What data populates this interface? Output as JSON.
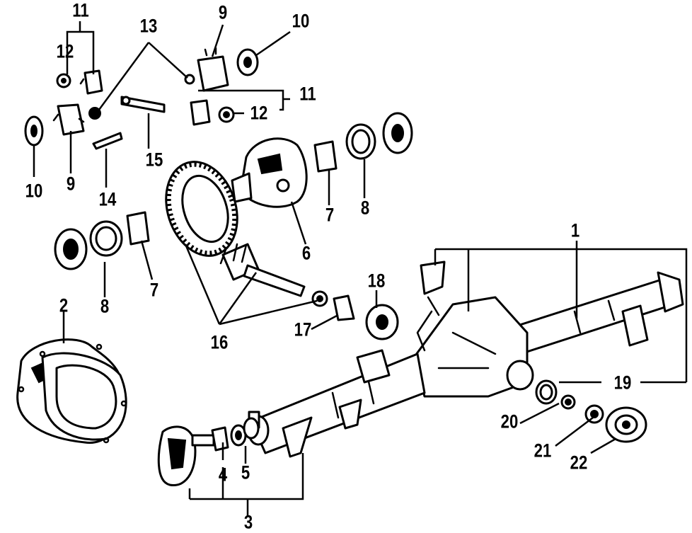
{
  "diagram": {
    "colors": {
      "ink": "#000000",
      "paper": "#ffffff"
    },
    "callouts": [
      {
        "id": "c1",
        "text": "1"
      },
      {
        "id": "c2",
        "text": "2"
      },
      {
        "id": "c3",
        "text": "3"
      },
      {
        "id": "c4",
        "text": "4"
      },
      {
        "id": "c5",
        "text": "5"
      },
      {
        "id": "c6",
        "text": "6"
      },
      {
        "id": "c7a",
        "text": "7"
      },
      {
        "id": "c7b",
        "text": "7"
      },
      {
        "id": "c8a",
        "text": "8"
      },
      {
        "id": "c8b",
        "text": "8"
      },
      {
        "id": "c9a",
        "text": "9"
      },
      {
        "id": "c9b",
        "text": "9"
      },
      {
        "id": "c10a",
        "text": "10"
      },
      {
        "id": "c10b",
        "text": "10"
      },
      {
        "id": "c11a",
        "text": "11"
      },
      {
        "id": "c11b",
        "text": "11"
      },
      {
        "id": "c12a",
        "text": "12"
      },
      {
        "id": "c12b",
        "text": "12"
      },
      {
        "id": "c13",
        "text": "13"
      },
      {
        "id": "c14",
        "text": "14"
      },
      {
        "id": "c15",
        "text": "15"
      },
      {
        "id": "c16",
        "text": "16"
      },
      {
        "id": "c17",
        "text": "17"
      },
      {
        "id": "c18",
        "text": "18"
      },
      {
        "id": "c19",
        "text": "19"
      },
      {
        "id": "c20",
        "text": "20"
      },
      {
        "id": "c21",
        "text": "21"
      },
      {
        "id": "c22",
        "text": "22"
      }
    ]
  }
}
